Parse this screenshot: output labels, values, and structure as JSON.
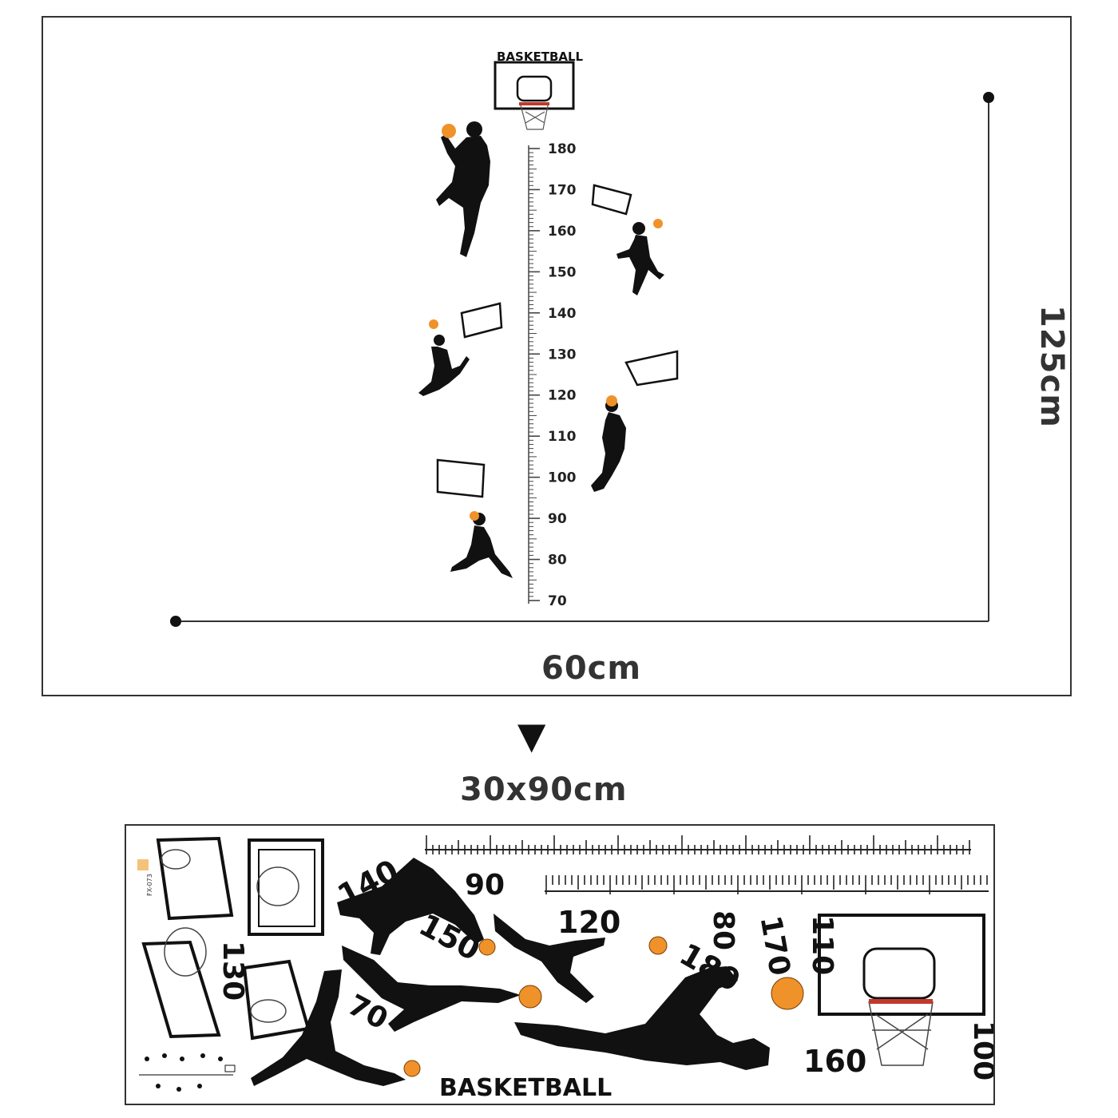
{
  "top_panel": {
    "backboard_label": "BASKETBALL",
    "ruler_marks": [
      "180",
      "170",
      "160",
      "150",
      "140",
      "130",
      "120",
      "110",
      "100",
      "90",
      "80",
      "70"
    ],
    "width_label": "60cm",
    "height_label": "125cm"
  },
  "arrow": {
    "icon": "arrow-down-icon",
    "glyph": "▼"
  },
  "size_label": "30x90cm",
  "bottom_panel": {
    "numbers": [
      "140",
      "90",
      "120",
      "80",
      "170",
      "110",
      "150",
      "180",
      "130",
      "70",
      "160",
      "100"
    ],
    "brand_label": "BASKETBALL",
    "sku_label": "FX-073"
  },
  "colors": {
    "ink": "#111111",
    "ball": "#f0922a",
    "rim": "#c0392b",
    "border": "#333333"
  }
}
